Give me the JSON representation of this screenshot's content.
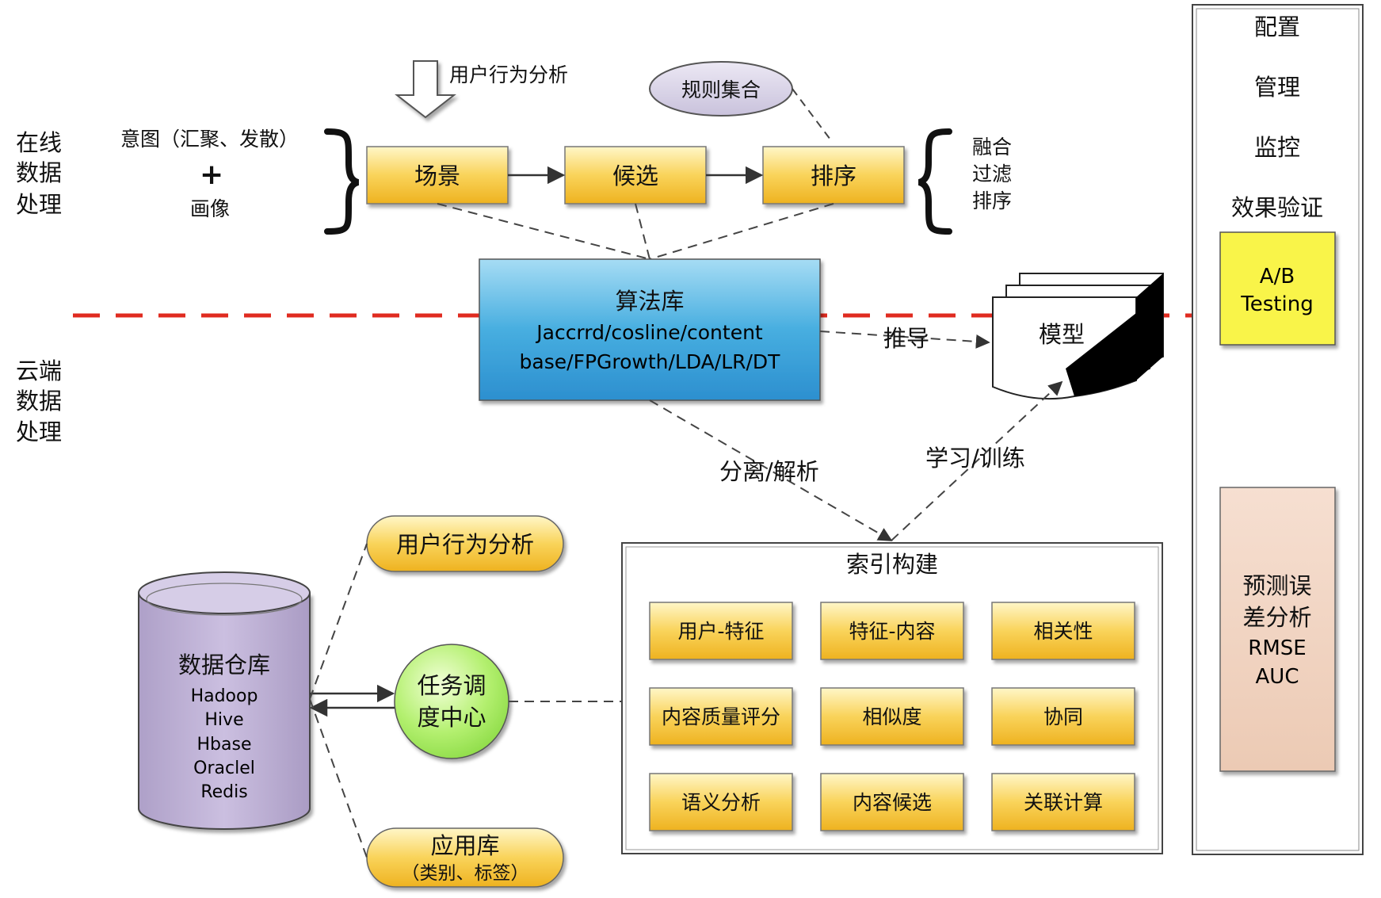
{
  "side_labels": {
    "online": [
      "在线",
      "数据",
      "处理"
    ],
    "cloud": [
      "云端",
      "数据",
      "处理"
    ]
  },
  "top": {
    "intent": "意图（汇聚、发散）",
    "plus": "+",
    "portrait": "画像",
    "user_behavior_arrow": "用户行为分析",
    "rules": "规则集合",
    "scene": "场景",
    "candidate": "候选",
    "ranking": "排序",
    "post_steps": [
      "融合",
      "过滤",
      "排序"
    ]
  },
  "algo": {
    "title": "算法库",
    "line1": "Jaccrrd/cosline/content",
    "line2": "base/FPGrowth/LDA/LR/DT"
  },
  "model": {
    "label": "模型",
    "derive": "推导",
    "train": "学习/训练",
    "separate": "分离/解析"
  },
  "right_panel": {
    "items": [
      "配置",
      "管理",
      "监控",
      "效果验证"
    ],
    "ab": [
      "A/B",
      "Testing"
    ],
    "error": [
      "预测误",
      "差分析",
      "RMSE",
      "AUC"
    ]
  },
  "warehouse": {
    "title": "数据仓库",
    "items": [
      "Hadoop",
      "Hive",
      "Hbase",
      "Oraclel",
      "Redis"
    ]
  },
  "scheduler": [
    "任务调",
    "度中心"
  ],
  "user_behavior": "用户行为分析",
  "app_lib": [
    "应用库",
    "（类别、标签）"
  ],
  "index": {
    "title": "索引构建",
    "cells": [
      "用户-特征",
      "特征-内容",
      "相关性",
      "内容质量评分",
      "相似度",
      "协同",
      "语义分析",
      "内容候选",
      "关联计算"
    ]
  }
}
